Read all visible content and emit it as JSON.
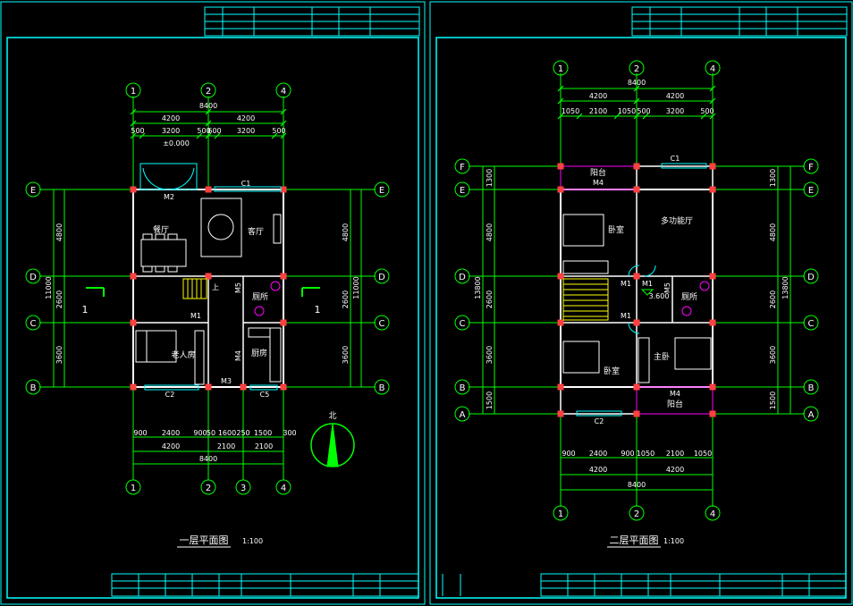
{
  "colors": {
    "background": "#000000",
    "frame": "#00ffff",
    "dimension": "#00ff00",
    "wall": "#ffffff",
    "column": "#ff4040",
    "furniture": "#ffffff",
    "balcony": "#ff00ff",
    "north_arrow": "#00ff00",
    "text": "#ffffff",
    "title_block": "#00ffff",
    "yellow": "#ffff00"
  },
  "sheet1": {
    "title": "一层平面图",
    "scale": "1:100",
    "grid_top": [
      "1",
      "2",
      "4"
    ],
    "grid_bottom": [
      "1",
      "2",
      "3",
      "4"
    ],
    "grid_left": [
      "E",
      "D",
      "C",
      "B"
    ],
    "grid_right": [
      "E",
      "D",
      "C",
      "B"
    ],
    "top_total": "8400",
    "top_spans": [
      "4200",
      "4200"
    ],
    "top_detail": [
      "500",
      "3200",
      "500",
      "600",
      "3200",
      "500"
    ],
    "elevation": "±0.000",
    "bottom_detail": [
      "900",
      "2400",
      "900",
      "50",
      "1600",
      "250",
      "1500",
      "300"
    ],
    "bottom_spans": [
      "4200",
      "2100",
      "2100"
    ],
    "bottom_total": "8400",
    "left_spans": [
      "4800",
      "2600",
      "3600"
    ],
    "left_total": "11000",
    "right_spans": [
      "4800",
      "2600",
      "3600"
    ],
    "right_total": "11000",
    "rooms": {
      "dining": "餐厅",
      "living": "客厅",
      "elder_bedroom": "老人房",
      "toilet": "厕所",
      "kitchen": "厨房"
    },
    "labels": {
      "m2": "M2",
      "c1": "C1",
      "m1": "M1",
      "m5": "M5",
      "m4": "M4",
      "m3": "M3",
      "c2": "C2",
      "c5": "C5",
      "up": "上",
      "section_left": "1",
      "section_right": "1"
    },
    "north": "北"
  },
  "sheet2": {
    "title": "二层平面图",
    "scale": "1:100",
    "grid_top": [
      "1",
      "2",
      "4"
    ],
    "grid_bottom": [
      "1",
      "2",
      "4"
    ],
    "grid_left": [
      "F",
      "E",
      "D",
      "C",
      "B",
      "A"
    ],
    "grid_right": [
      "F",
      "E",
      "D",
      "C",
      "B",
      "A"
    ],
    "top_total": "8400",
    "top_spans": [
      "4200",
      "4200"
    ],
    "top_detail": [
      "1050",
      "2100",
      "1050",
      "500",
      "3200",
      "500"
    ],
    "bottom_detail": [
      "900",
      "2400",
      "900",
      "1050",
      "2100",
      "1050"
    ],
    "bottom_spans": [
      "4200",
      "4200"
    ],
    "bottom_total": "8400",
    "left_spans": [
      "1300",
      "4800",
      "2600",
      "3600",
      "1500"
    ],
    "left_total": "13800",
    "right_spans": [
      "1300",
      "4800",
      "2600",
      "3600",
      "1500"
    ],
    "right_total": "13800",
    "rooms": {
      "balcony_top": "阳台",
      "multi_hall": "多功能厅",
      "bedroom_a": "卧室",
      "toilet": "厕所",
      "bedroom_b": "卧室",
      "master": "主卧",
      "balcony_bottom": "阳台"
    },
    "labels": {
      "m4_top": "M4",
      "c1": "C1",
      "m1_a": "M1",
      "m1_b": "M1",
      "m1_c": "M1",
      "m5": "M5",
      "level": "3.600",
      "m4_bottom": "M4",
      "c2": "C2"
    }
  }
}
